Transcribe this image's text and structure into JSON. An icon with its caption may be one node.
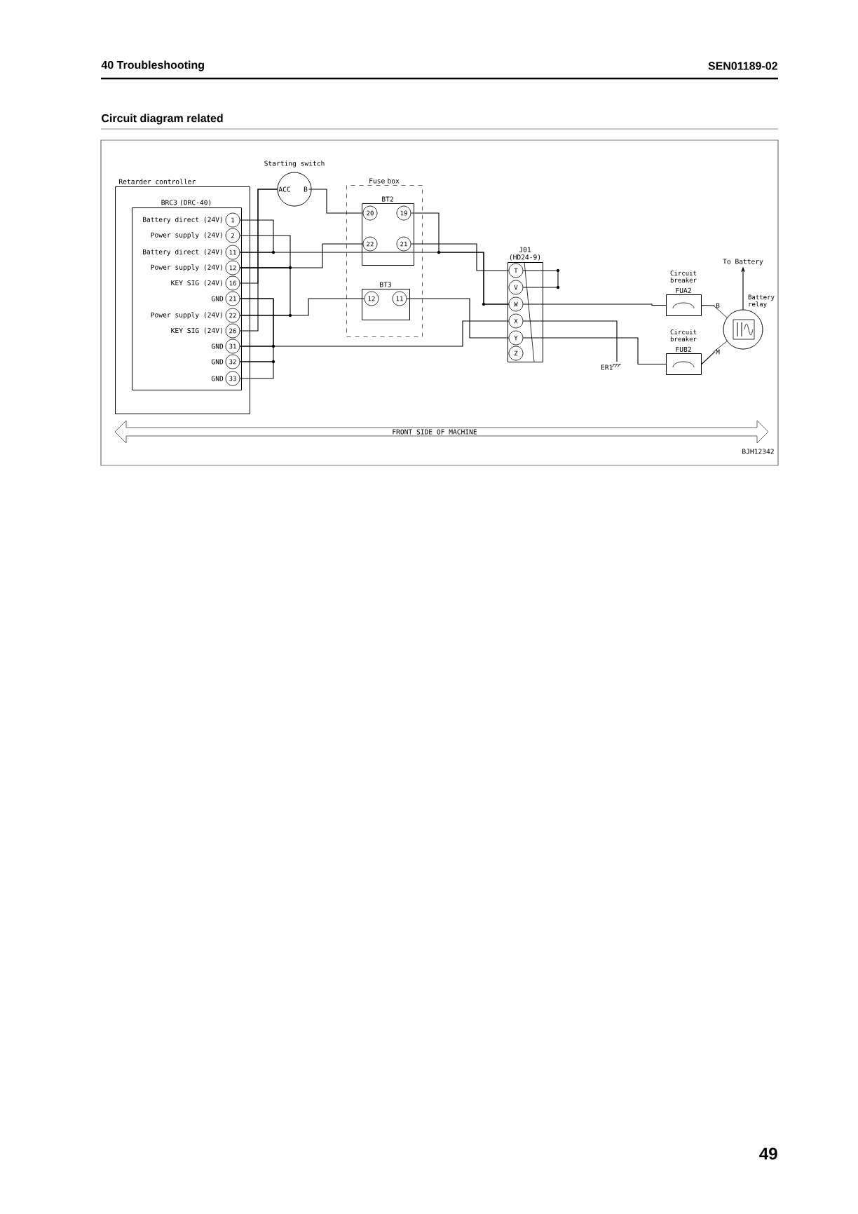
{
  "diagram": {
    "title": "Circuit diagram related",
    "nodes": [
      {
        "text": [
          "Retarder controller"
        ]
      },
      {
        "text": [
          "BRC3 (DRC-40)"
        ],
        "in": 0
      },
      {
        "text": [
          "1"
        ],
        "in": 1,
        "beside": [
          "Battery direct (24V)"
        ]
      },
      {
        "text": [
          "2"
        ],
        "in": 1,
        "beside": [
          "Power supply (24V)"
        ]
      },
      {
        "text": [
          "11"
        ],
        "in": 1,
        "beside": [
          "Battery direct (24V)"
        ]
      },
      {
        "text": [
          "12"
        ],
        "in": 1,
        "beside": [
          "Power supply (24V)"
        ]
      },
      {
        "text": [
          "16"
        ],
        "in": 1,
        "beside": [
          "KEY SIG (24V)"
        ]
      },
      {
        "text": [
          "21"
        ],
        "in": 1,
        "beside": [
          "GND"
        ]
      },
      {
        "text": [
          "22"
        ],
        "in": 1,
        "beside": [
          "Power supply (24V)"
        ]
      },
      {
        "text": [
          "26"
        ],
        "in": 1,
        "beside": [
          "KEY SIG (24V)"
        ]
      },
      {
        "text": [
          "31"
        ],
        "in": 1,
        "beside": [
          "GND"
        ]
      },
      {
        "text": [
          "32"
        ],
        "in": 1,
        "beside": [
          "GND"
        ]
      },
      {
        "text": [
          "33"
        ],
        "in": 1,
        "beside": [
          "GND"
        ]
      },
      {
        "text": [
          "Starting switch"
        ]
      },
      {
        "text": [
          "ACC"
        ],
        "in": 13
      },
      {
        "text": [
          "B"
        ],
        "in": 13
      },
      {
        "text": [
          "Fuse box"
        ]
      },
      {
        "text": [
          "BT2"
        ],
        "in": 16
      },
      {
        "text": [
          "20"
        ],
        "in": 17
      },
      {
        "text": [
          "19"
        ],
        "in": 17
      },
      {
        "text": [
          "22"
        ],
        "in": 17
      },
      {
        "text": [
          "21"
        ],
        "in": 17
      },
      {
        "text": [
          "BT3"
        ],
        "in": 16
      },
      {
        "text": [
          "12"
        ],
        "in": 22
      },
      {
        "text": [
          "11"
        ],
        "in": 22
      },
      {
        "text": [
          "J01 (HD24-9)"
        ]
      },
      {
        "text": [
          "T"
        ],
        "in": 25
      },
      {
        "text": [
          "V"
        ],
        "in": 25
      },
      {
        "text": [
          "W"
        ],
        "in": 25
      },
      {
        "text": [
          "X"
        ],
        "in": 25
      },
      {
        "text": [
          "Y"
        ],
        "in": 25
      },
      {
        "text": [
          "Z"
        ],
        "in": 25
      },
      {
        "text": [
          "Circuit breaker",
          "FUA2"
        ]
      },
      {
        "text": [
          "Circuit breaker",
          "FUB2"
        ]
      },
      {
        "text": [
          "ER1"
        ]
      },
      {
        "text": [
          "Battery relay"
        ]
      },
      {
        "text": [
          "B"
        ]
      },
      {
        "text": [
          "M"
        ]
      },
      {
        "text": [
          "To Battery"
        ]
      }
    ],
    "edges": [
      {
        "from": 14,
        "to": 6,
        "arrow": "none"
      },
      {
        "from": 14,
        "to": 9,
        "arrow": "none"
      },
      {
        "from": 15,
        "to": 18,
        "arrow": "none"
      },
      {
        "from": 2,
        "to": 4,
        "arrow": "none"
      },
      {
        "from": 4,
        "to": 28,
        "arrow": "none"
      },
      {
        "from": 19,
        "to": 28,
        "arrow": "none"
      },
      {
        "from": 3,
        "to": 5,
        "arrow": "none"
      },
      {
        "from": 5,
        "to": 8,
        "arrow": "none"
      },
      {
        "from": 8,
        "to": 23,
        "arrow": "none"
      },
      {
        "from": 24,
        "to": 30,
        "arrow": "none"
      },
      {
        "from": 5,
        "to": 20,
        "arrow": "none"
      },
      {
        "from": 21,
        "to": 26,
        "arrow": "none"
      },
      {
        "from": 7,
        "to": 10,
        "arrow": "none"
      },
      {
        "from": 10,
        "to": 11,
        "arrow": "none"
      },
      {
        "from": 11,
        "to": 12,
        "arrow": "none"
      },
      {
        "from": 7,
        "to": 29,
        "arrow": "none"
      },
      {
        "from": 26,
        "to": 27,
        "arrow": "none"
      },
      {
        "from": 28,
        "to": 32,
        "arrow": "none"
      },
      {
        "from": 29,
        "to": 34,
        "arrow": "none"
      },
      {
        "from": 30,
        "to": 33,
        "arrow": "none"
      },
      {
        "from": 32,
        "to": 36,
        "arrow": "none"
      },
      {
        "from": 33,
        "to": 37,
        "arrow": "none"
      },
      {
        "from": 35,
        "to": 38,
        "arrow": "to"
      }
    ],
    "labels": [
      "40 Troubleshooting",
      "SEN01189-02",
      "FRONT SIDE OF MACHINE",
      "BJH12342",
      "49"
    ]
  }
}
